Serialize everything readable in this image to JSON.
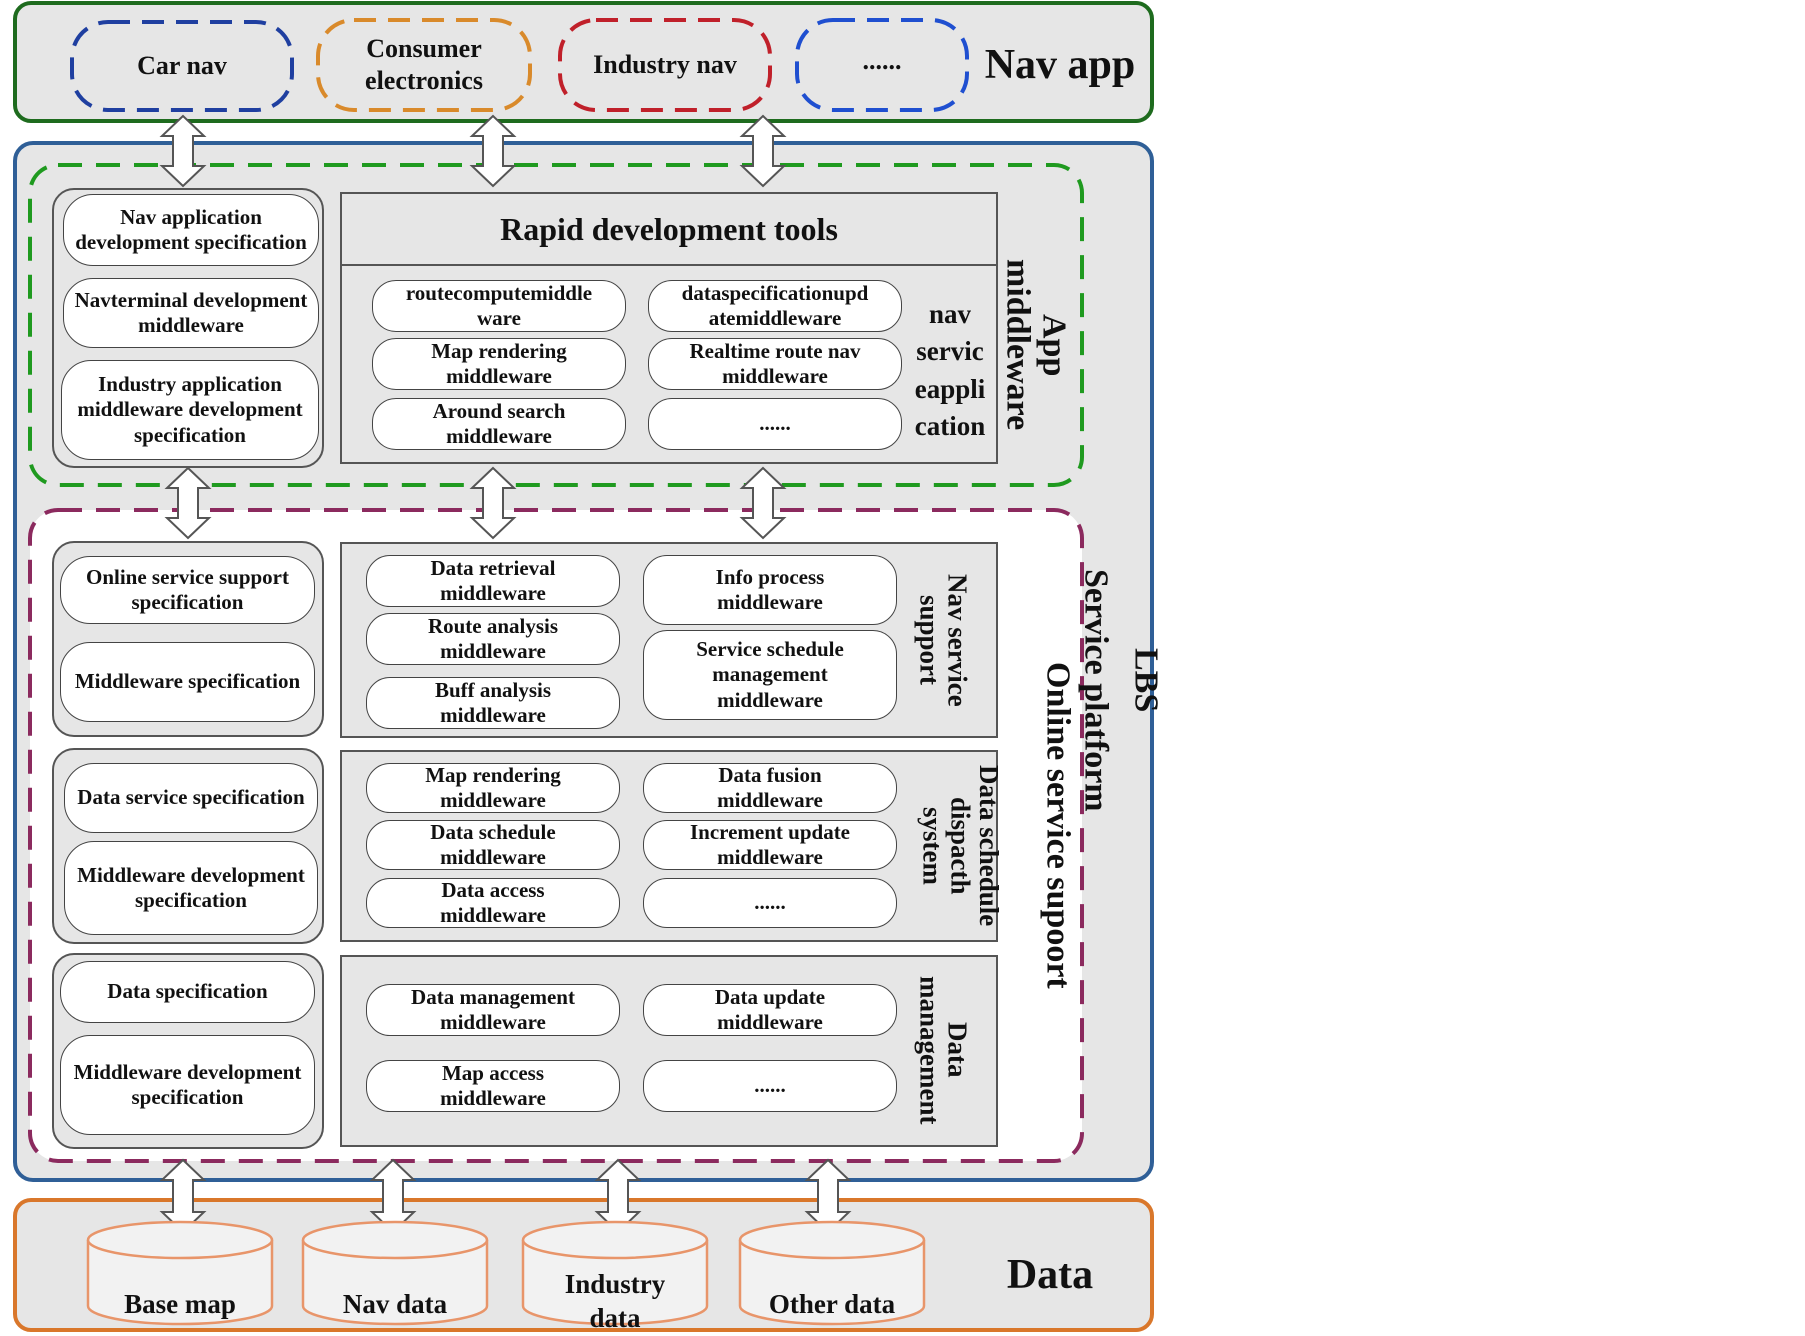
{
  "nav_app": {
    "title": "Nav app",
    "items": [
      {
        "label": "Car nav",
        "color": "#1f3fa0"
      },
      {
        "label": "Consumer\nelectronics",
        "color": "#d98a2b"
      },
      {
        "label": "Industry nav",
        "color": "#c0202a"
      },
      {
        "label": "......",
        "color": "#1f4fd0"
      }
    ]
  },
  "lbs": {
    "title": "LBS",
    "subtitle": "Service platform"
  },
  "app_middleware": {
    "title": "App\nmiddleware",
    "specs": [
      "Nav application development specification",
      "Navterminal development middleware",
      "Industry application middleware development specification"
    ],
    "tools_title": "Rapid development tools",
    "side_label": "nav\nservic\neappli\ncation",
    "modules": [
      "routecomputemiddle\nware",
      "dataspecificationupd\natemiddleware",
      "Map rendering\nmiddleware",
      "Realtime route nav\nmiddleware",
      "Around search\nmiddleware",
      "......"
    ]
  },
  "online_support": {
    "title": "Online service supoort",
    "sections": [
      {
        "label": "Nav service\nsupport",
        "specs": [
          "Online service support specification",
          "Middleware specification"
        ],
        "left_modules": [
          "Data retrieval\nmiddleware",
          "Route analysis\nmiddleware",
          "Buff analysis\nmiddleware"
        ],
        "right_modules": [
          "Info process\nmiddleware",
          "Service schedule\nmanagement\nmiddleware"
        ]
      },
      {
        "label": "Data schedule\ndispacth\nsystem",
        "specs": [
          "Data service specification",
          "Middleware development specification"
        ],
        "left_modules": [
          "Map rendering\nmiddleware",
          "Data schedule\nmiddleware",
          "Data access\nmiddleware"
        ],
        "right_modules": [
          "Data fusion\nmiddleware",
          "Increment update\nmiddleware",
          "......"
        ]
      },
      {
        "label": "Data\nmanagement",
        "specs": [
          "Data specification",
          "Middleware development specification"
        ],
        "left_modules": [
          "Data management\nmiddleware",
          "Map access\nmiddleware"
        ],
        "right_modules": [
          "Data update\nmiddleware",
          "......"
        ]
      }
    ]
  },
  "data_layer": {
    "title": "Data",
    "sources": [
      "Base map",
      "Nav data",
      "Industry\ndata",
      "Other data"
    ]
  },
  "colors": {
    "nav_border": "#1e6b1e",
    "lbs_border": "#2f5f97",
    "app_dash": "#1f9a1f",
    "online_dash": "#8b2a5e",
    "data_border": "#d9772b",
    "cylinder": "#e8956a"
  }
}
